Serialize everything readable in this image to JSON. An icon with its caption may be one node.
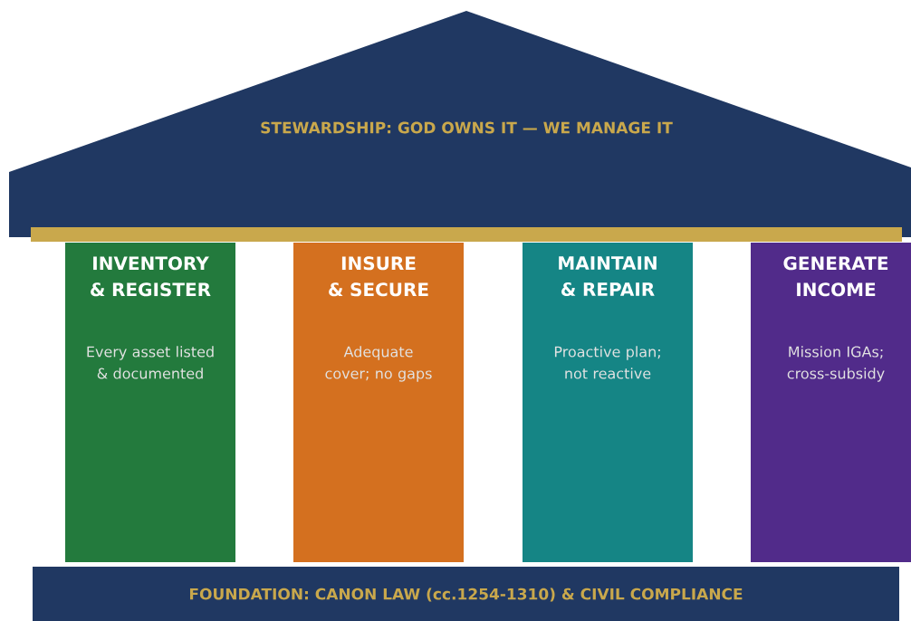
{
  "diagram": {
    "nodes": [
      {
        "text": [
          "STEWARDSHIP: GOD OWNS IT — WE MANAGE IT"
        ]
      },
      {
        "text": [
          "INVENTORY & REGISTER",
          "Every asset listed & documented"
        ]
      },
      {
        "text": [
          "INSURE & SECURE",
          "Adequate cover; no gaps"
        ]
      },
      {
        "text": [
          "MAINTAIN & REPAIR",
          "Proactive plan; not reactive"
        ]
      },
      {
        "text": [
          "GENERATE INCOME",
          "Mission IGAs; cross-subsidy"
        ]
      },
      {
        "text": [
          "FOUNDATION: CANON LAW (cc.1254-1310) & CIVIL COMPLIANCE"
        ]
      }
    ]
  }
}
